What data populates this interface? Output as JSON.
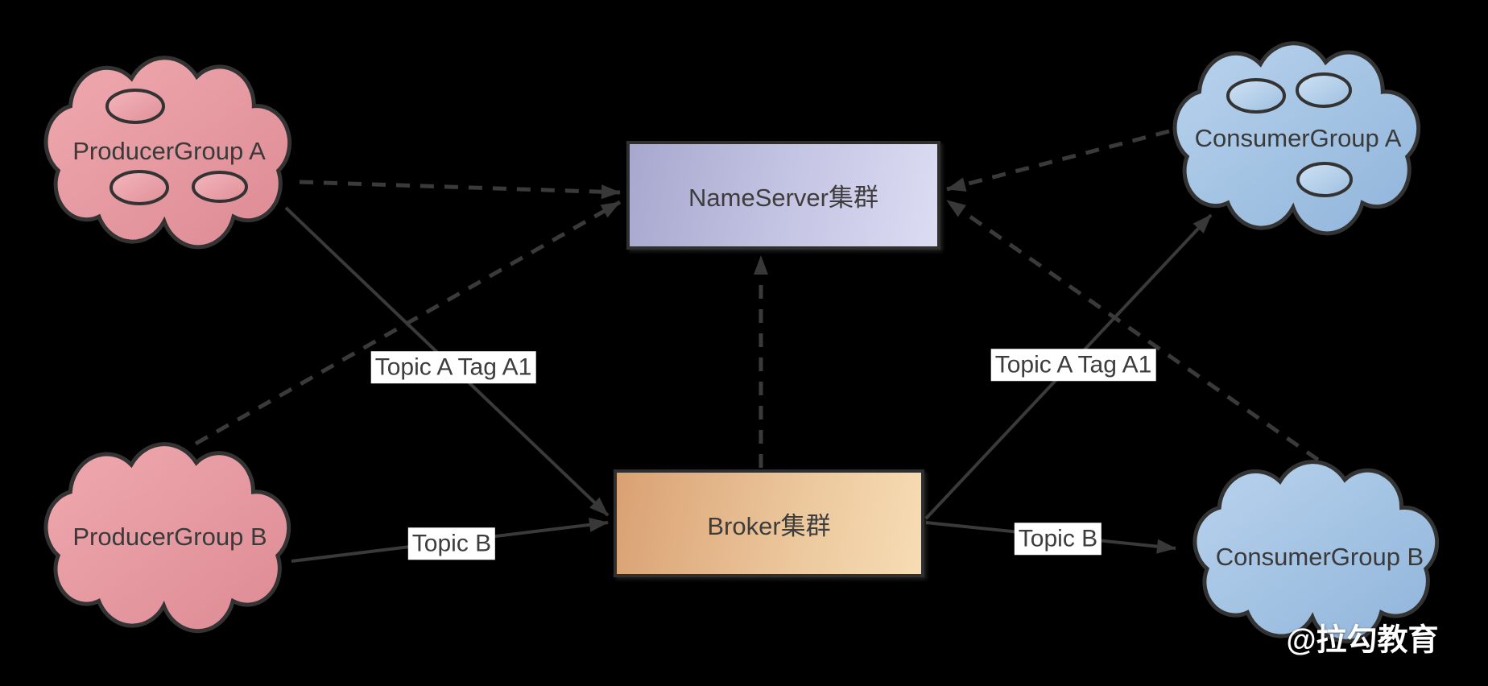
{
  "diagram": {
    "nodes": {
      "producer_group_a": {
        "label": "ProducerGroup A",
        "shape": "cloud",
        "instances": 3
      },
      "producer_group_b": {
        "label": "ProducerGroup B",
        "shape": "cloud",
        "instances": 0
      },
      "nameserver_cluster": {
        "label": "NameServer集群",
        "shape": "rectangle"
      },
      "broker_cluster": {
        "label": "Broker集群",
        "shape": "rectangle"
      },
      "consumer_group_a": {
        "label": "ConsumerGroup A",
        "shape": "cloud",
        "instances": 3
      },
      "consumer_group_b": {
        "label": "ConsumerGroup B",
        "shape": "cloud",
        "instances": 0
      }
    },
    "edge_labels": {
      "producer_a_topic": "Topic A Tag A1",
      "producer_b_topic": "Topic B",
      "consumer_a_topic": "Topic A Tag A1",
      "consumer_b_topic": "Topic B"
    },
    "edges": [
      {
        "from": "ProducerGroup A",
        "to": "NameServer集群",
        "style": "dashed",
        "label": ""
      },
      {
        "from": "ProducerGroup B",
        "to": "NameServer集群",
        "style": "dashed",
        "label": ""
      },
      {
        "from": "Broker集群",
        "to": "NameServer集群",
        "style": "dashed",
        "label": ""
      },
      {
        "from": "ConsumerGroup A",
        "to": "NameServer集群",
        "style": "dashed",
        "label": ""
      },
      {
        "from": "ConsumerGroup B",
        "to": "NameServer集群",
        "style": "dashed",
        "label": ""
      },
      {
        "from": "ProducerGroup A",
        "to": "Broker集群",
        "style": "solid",
        "label": "Topic A Tag A1"
      },
      {
        "from": "ProducerGroup B",
        "to": "Broker集群",
        "style": "solid",
        "label": "Topic B"
      },
      {
        "from": "Broker集群",
        "to": "ConsumerGroup A",
        "style": "solid",
        "label": "Topic A Tag A1"
      },
      {
        "from": "Broker集群",
        "to": "ConsumerGroup B",
        "style": "solid",
        "label": "Topic B"
      }
    ],
    "watermark": "@拉勾教育",
    "colors": {
      "background": "#000000",
      "producer_cloud": "#e79aa2",
      "consumer_cloud": "#a5c4e5",
      "nameserver_box": "#c3c3e4",
      "broker_box": "#eac99d",
      "line": "#3a3a3a",
      "label_background": "#ffffff",
      "label_text": "#3d3d3d",
      "watermark_text": "#ffffff"
    }
  }
}
